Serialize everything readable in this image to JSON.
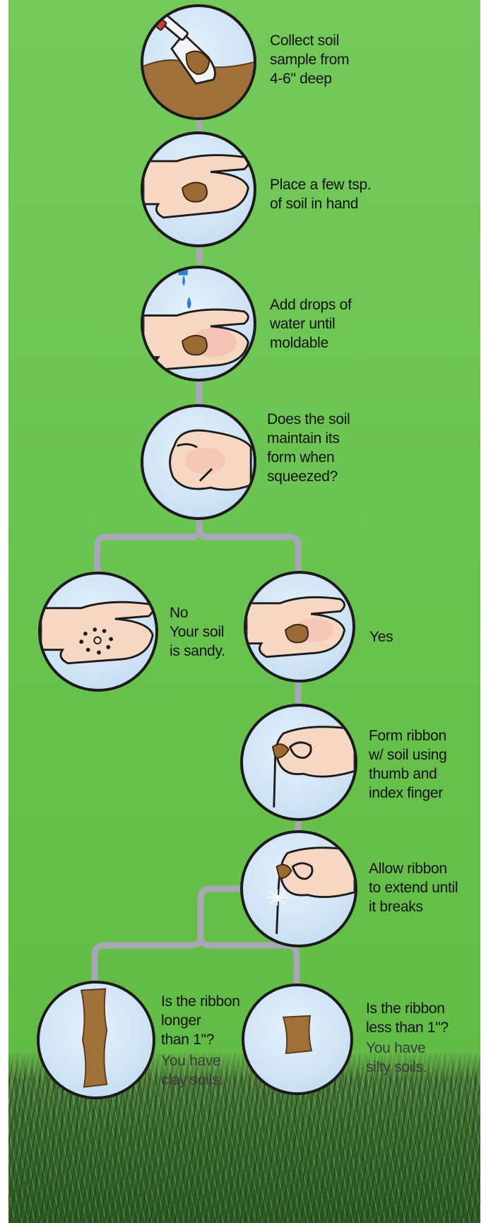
{
  "steps": {
    "collect": "Collect soil\nsample from\n4-6\" deep",
    "place": "Place a few tsp.\nof soil in hand",
    "water": "Add drops of\nwater until\nmoldable",
    "question": "Does the soil\nmaintain its\nform when\nsqueezed?",
    "no": "No\nYour soil\nis sandy.",
    "yes": "Yes",
    "ribbon": "Form ribbon\nw/ soil using\nthumb and\nindex finger",
    "extend": "Allow ribbon\nto extend until\nit breaks",
    "longer_q": "Is the ribbon\nlonger\nthan 1\"?",
    "longer_a": "You have\nclay soils.",
    "shorter_q": "Is the ribbon\nless than 1\"?",
    "shorter_a": "You have\nsilty soils."
  },
  "icons": {
    "collect": "soil-trowel-icon",
    "place": "hand-with-soil-icon",
    "water": "water-drop-hand-icon",
    "squeeze": "fist-squeeze-icon",
    "sandy": "sandy-soil-hand-icon",
    "yes": "hand-with-soil-icon",
    "ribbon": "ribbon-fingers-icon",
    "break": "ribbon-break-icon",
    "long_ribbon": "long-ribbon-icon",
    "short_ribbon": "short-ribbon-icon"
  },
  "colors": {
    "background": "#6cc452",
    "connector": "#a7a7b6",
    "circle_fill": "#cfe3f4",
    "soil": "#a0703a",
    "skin": "#f6d7c4"
  }
}
